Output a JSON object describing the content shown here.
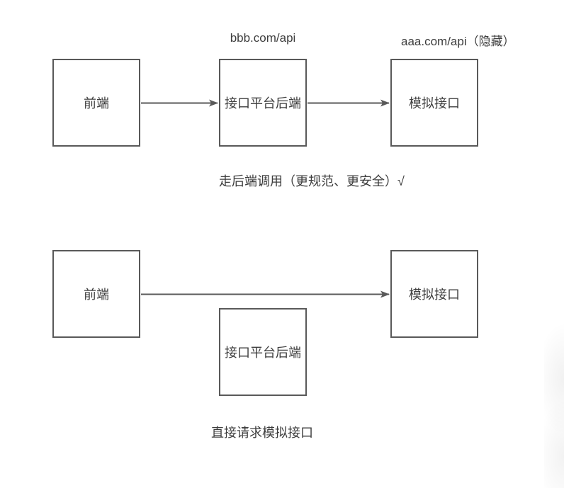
{
  "colors": {
    "background": "#ffffff",
    "node_border": "#595959",
    "node_fill": "#ffffff",
    "arrow": "#595959",
    "text": "#3d3d3d"
  },
  "flow_backend_proxy": {
    "url_label_backend": "bbb.com/api",
    "url_label_mock": "aaa.com/api（隐藏）",
    "nodes": {
      "frontend": "前端",
      "platform_backend": "接口平台后端",
      "mock_api": "模拟接口"
    },
    "caption": "走后端调用（更规范、更安全）√"
  },
  "flow_direct": {
    "nodes": {
      "frontend": "前端",
      "platform_backend": "接口平台后端",
      "mock_api": "模拟接口"
    },
    "caption": "直接请求模拟接口"
  }
}
